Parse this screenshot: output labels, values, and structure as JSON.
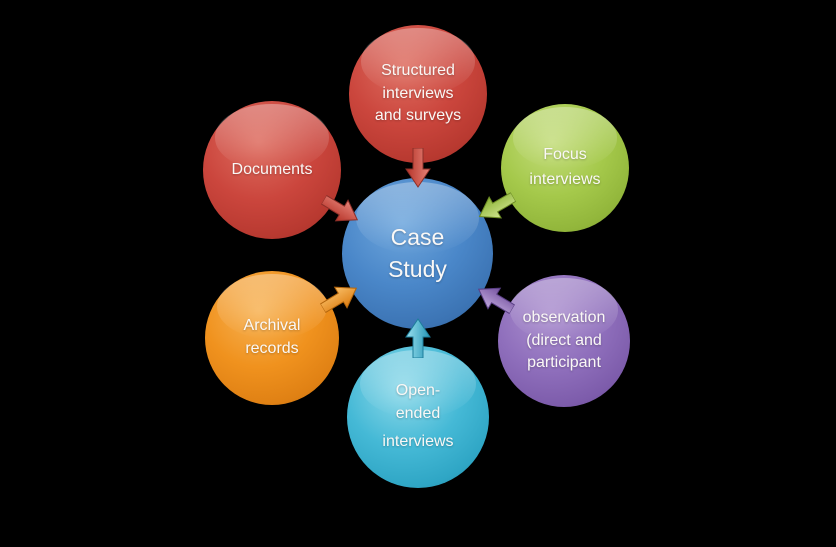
{
  "diagram": {
    "title": "Case study data sources diagram",
    "background_color": "#000000",
    "text_color": "#faf8f6",
    "center_node": {
      "label": "Case Study",
      "lines": [
        "Case",
        "Study"
      ],
      "color": "#4a87c9"
    },
    "nodes": [
      {
        "id": "structured-interviews-and-surveys",
        "label": "Structured interviews and surveys",
        "lines": [
          "Structured",
          "interviews",
          "and surveys"
        ],
        "color": "#cb463d",
        "arrow_direction": "down"
      },
      {
        "id": "documents",
        "label": "Documents",
        "lines": [
          "Documents"
        ],
        "color": "#cb463d",
        "arrow_direction": "down-right"
      },
      {
        "id": "focus-interviews",
        "label": "Focus interviews",
        "lines": [
          "Focus",
          "interviews"
        ],
        "color": "#a5c94b",
        "arrow_direction": "down-left"
      },
      {
        "id": "archival-records",
        "label": "Archival records",
        "lines": [
          "Archival",
          "records"
        ],
        "color": "#f0921e",
        "arrow_direction": "up-right"
      },
      {
        "id": "observation-direct-and-participant",
        "label": "observation (direct and participant",
        "lines": [
          "observation",
          "(direct and",
          "participant"
        ],
        "color": "#8f6fbc",
        "arrow_direction": "up-left"
      },
      {
        "id": "open-ended-interviews",
        "label": "Open-ended interviews",
        "lines": [
          "Open-",
          "ended",
          "interviews"
        ],
        "color": "#45b9d6",
        "arrow_direction": "up"
      }
    ]
  }
}
